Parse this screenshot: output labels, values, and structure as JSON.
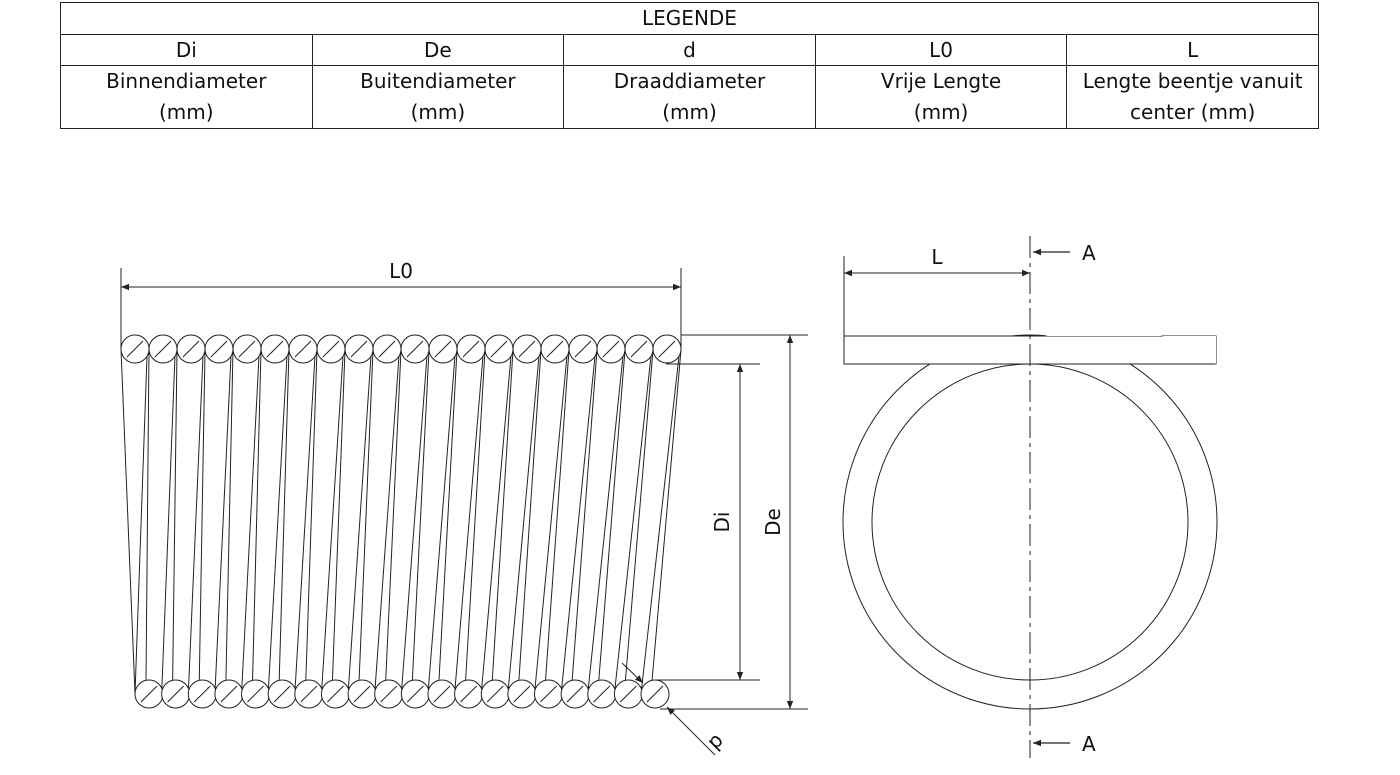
{
  "legend": {
    "title": "LEGENDE",
    "columns": [
      {
        "symbol": "Di",
        "line1": "Binnendiameter",
        "line2": "(mm)"
      },
      {
        "symbol": "De",
        "line1": "Buitendiameter",
        "line2": "(mm)"
      },
      {
        "symbol": "d",
        "line1": "Draaddiameter",
        "line2": "(mm)"
      },
      {
        "symbol": "L0",
        "line1": "Vrije Lengte",
        "line2": "(mm)"
      },
      {
        "symbol": "L",
        "line1": "Lengte beentje vanuit",
        "line2": "center (mm)"
      }
    ]
  },
  "drawing": {
    "label_L0": "L0",
    "label_Di": "Di",
    "label_De": "De",
    "label_d": "d",
    "label_L": "L",
    "section_top": "A",
    "section_bottom": "A",
    "coil_count": 20
  },
  "colors": {
    "line": "#222222",
    "background": "#ffffff"
  }
}
